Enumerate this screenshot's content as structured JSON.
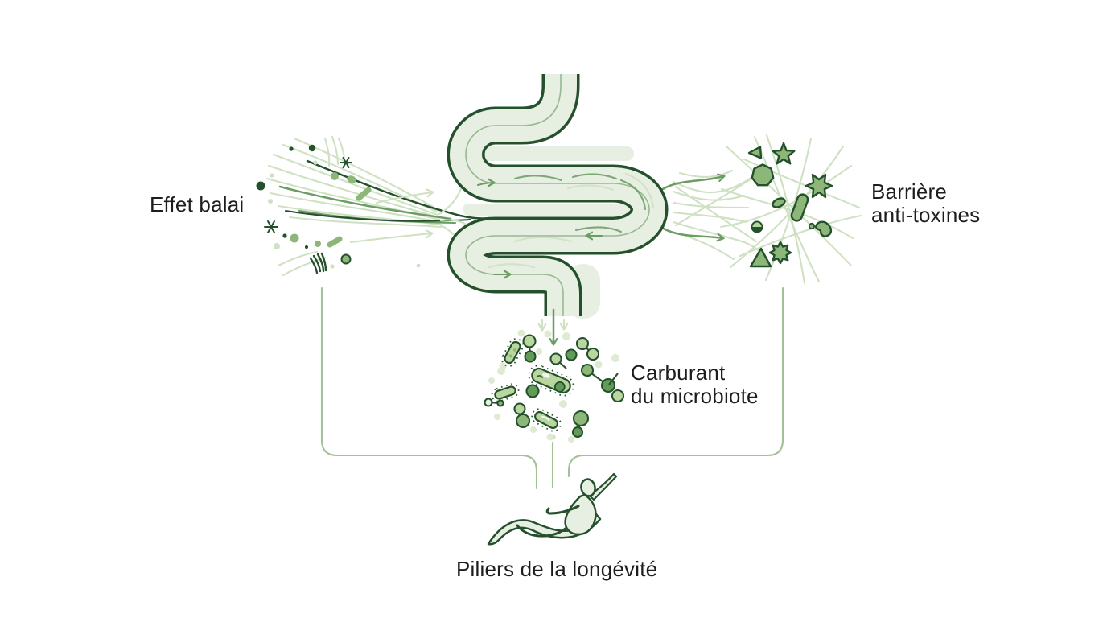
{
  "page": {
    "background": "#ffffff"
  },
  "labels": {
    "sweep": "Effet balai",
    "barrier": "Barrière\nanti-toxines",
    "fuel": "Carburant\ndu microbiote",
    "longevity": "Piliers de la longévité"
  },
  "colors": {
    "bg": "#ffffff",
    "ink": "#1d1d1f",
    "green_dark": "#24512c",
    "green_deep": "#629b57",
    "green_mid": "#6b9c63",
    "green_fill": "#8db779",
    "green_soft": "#a4c098",
    "green_pale": "#cfe1c3",
    "green_wash": "#e7eee2",
    "microbe_light": "#b9d5a0",
    "microbe_pale": "#deebd2"
  },
  "icons": [
    {
      "name": "sweep-lines-icon"
    },
    {
      "name": "intestine-icon"
    },
    {
      "name": "flow-arrow-icon"
    },
    {
      "name": "toxin-mesh-icon"
    },
    {
      "name": "toxin-shapes-icon"
    },
    {
      "name": "microbiome-cluster-icon"
    },
    {
      "name": "human-figure-icon"
    },
    {
      "name": "bracket-connector"
    }
  ]
}
